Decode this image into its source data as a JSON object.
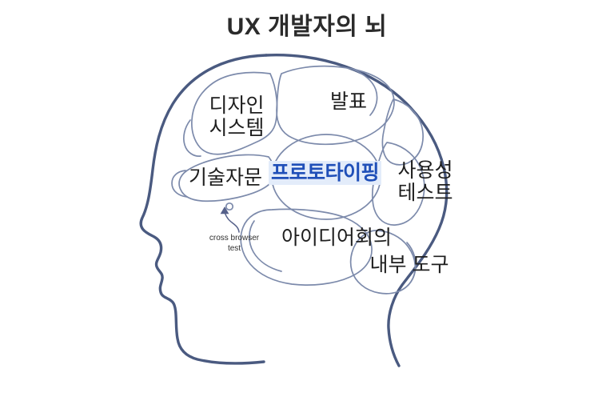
{
  "page": {
    "title": "UX 개발자의 뇌",
    "background_color": "#ffffff"
  },
  "colors": {
    "head_outline": "#4a5a80",
    "brain_lines": "#7c8aab",
    "label_text": "#1e1e1e",
    "highlight_text": "#1f4fb8",
    "highlight_background": "#e3ecfa"
  },
  "diagram": {
    "name": "brain-diagram",
    "figure": "side-profile-head-with-brain-regions",
    "regions": [
      {
        "id": "design-system",
        "label": "디자인\n시스템",
        "emphasis": "normal"
      },
      {
        "id": "presentation",
        "label": "발표",
        "emphasis": "normal"
      },
      {
        "id": "tech-advice",
        "label": "기술자문",
        "emphasis": "normal"
      },
      {
        "id": "prototyping",
        "label": "프로토타이핑",
        "emphasis": "highlighted"
      },
      {
        "id": "usability-test",
        "label": "사용성\n테스트",
        "emphasis": "normal"
      },
      {
        "id": "ideation",
        "label": "아이디어회의",
        "emphasis": "normal"
      },
      {
        "id": "internal-tool",
        "label": "내부 도구",
        "emphasis": "normal"
      },
      {
        "id": "cross-browser",
        "label": "cross browser\ntest",
        "emphasis": "micro"
      }
    ]
  }
}
